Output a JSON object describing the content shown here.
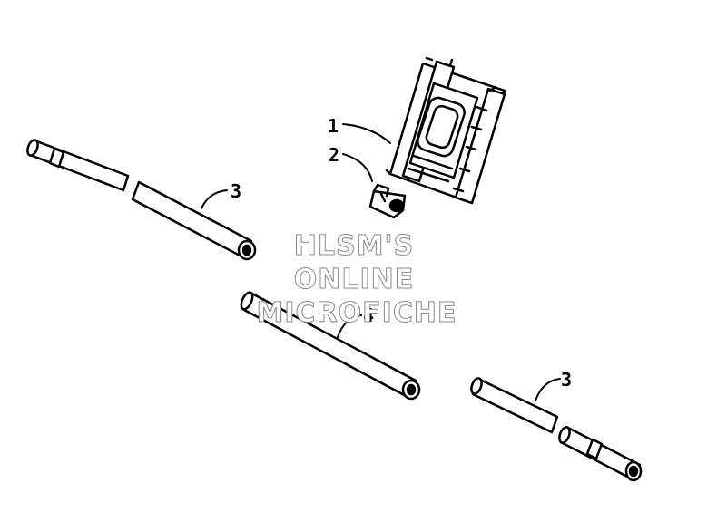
{
  "callouts": {
    "c1": "1",
    "c2": "2",
    "c3a": "3",
    "c4": "4",
    "c3b": "3"
  },
  "watermark": {
    "line1": "HLSM'S",
    "line2": "ONLINE",
    "line3": "MICROFICHE"
  },
  "colors": {
    "ink": "#000000",
    "background": "#ffffff",
    "watermark_outline": "#8a8a8a"
  }
}
